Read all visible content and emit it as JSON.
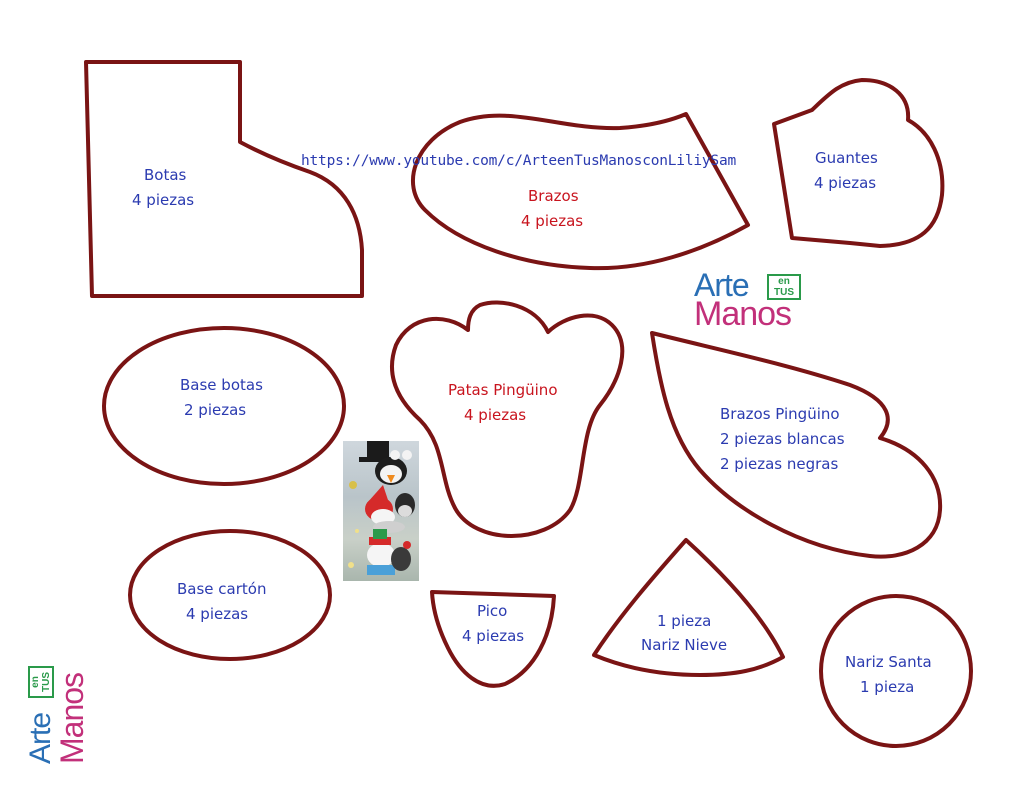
{
  "url": "https://www.youtube.com/c/ArteenTusManosconLiliySam",
  "shapes": {
    "botas": {
      "name": "Botas",
      "qty": "4 piezas"
    },
    "brazos": {
      "name": "Brazos",
      "qty": "4 piezas"
    },
    "guantes": {
      "name": "Guantes",
      "qty": "4 piezas"
    },
    "base_botas": {
      "name": "Base botas",
      "qty": "2 piezas"
    },
    "patas": {
      "name": "Patas Pingüino",
      "qty": "4 piezas"
    },
    "brazos_pinguino": {
      "name": "Brazos Pingüino",
      "qty1": "2 piezas blancas",
      "qty2": "2 piezas negras"
    },
    "base_carton": {
      "name": "Base cartón",
      "qty": "4 piezas"
    },
    "pico": {
      "name": "Pico",
      "qty": "4 piezas"
    },
    "nariz_nieve": {
      "qty": "1 pieza",
      "name": "Nariz Nieve"
    },
    "nariz_santa": {
      "name": "Nariz Santa",
      "qty": "1 pieza"
    }
  },
  "logo": {
    "arte": "Arte",
    "en": "en",
    "tus": "TUS",
    "manos": "Manos"
  },
  "colors": {
    "outline": "#7a1414",
    "blue_text": "#2b3bb0",
    "red_text": "#c8141e"
  }
}
